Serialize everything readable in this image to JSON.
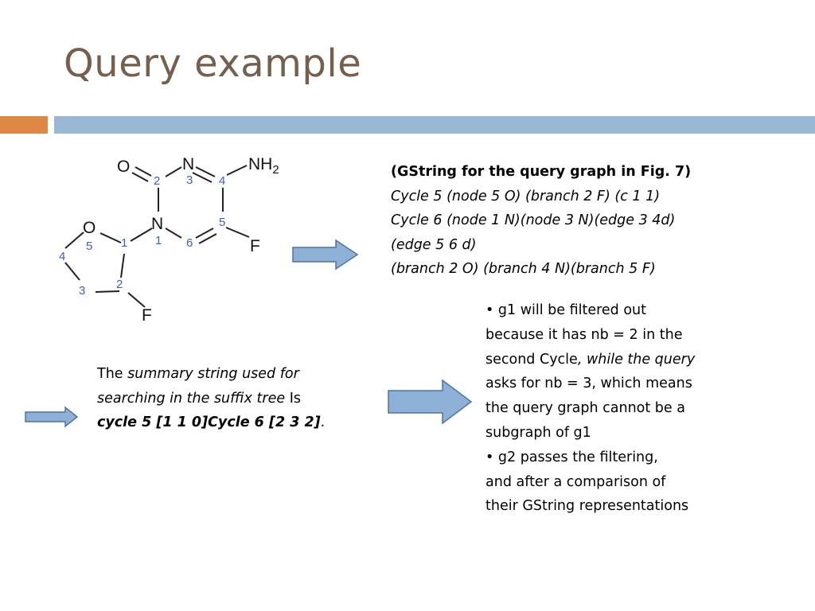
{
  "slide": {
    "title": "Query example"
  },
  "molecule": {
    "atoms": {
      "o_top": "O",
      "n_top": "N",
      "nh2_n": "NH",
      "nh2_sub": "2",
      "n_ring": "N",
      "f_ring": "F",
      "o_cycle": "O",
      "f_cycle": "F"
    },
    "numbers": {
      "ring6_2": "2",
      "ring6_3": "3",
      "ring6_4": "4",
      "ring6_5": "5",
      "ring6_6": "6",
      "ring6_1": "1",
      "ring5_5": "5",
      "ring5_1": "1",
      "ring5_4": "4",
      "ring5_3": "3",
      "ring5_2": "2"
    }
  },
  "gstring": {
    "heading": "(GString for the query graph in Fig. 7)",
    "lines": [
      "Cycle 5 (node 5 O) (branch 2 F) (c 1 1)",
      "Cycle 6 (node 1 N)(node 3 N)(edge 3 4d)",
      "(edge 5 6 d)",
      "(branch 2 O) (branch 4 N)(branch 5 F)"
    ]
  },
  "summary": {
    "prefix": "The ",
    "italic_1": "summary string used for",
    "italic_2": "searching in the suffix tree",
    "suffix": " Is",
    "bold_string": "cycle 5 [1 1 0]Cycle 6 [2 3 2]",
    "end": "."
  },
  "bullets": {
    "b1_l1": "• g1 will be filtered out",
    "b1_l2": "because it has nb = 2 in the",
    "b1_l3_a": "second Cycle",
    "b1_l3_b": ", while the query",
    "b1_l4": "asks for nb = 3, which means",
    "b1_l5": "the query graph cannot be a",
    "b1_l6": "subgraph of g1",
    "b2_l1": "• g2 passes the filtering,",
    "b2_l2": "and after a comparison of",
    "b2_l3": "their GString representations"
  },
  "colors": {
    "title": "#76604d",
    "accent_orange": "#df8745",
    "accent_blue": "#98b8d6",
    "arrow_fill": "#8fb0d6",
    "arrow_stroke": "#4f73a4",
    "atom_number": "#3b5fc4"
  },
  "icons": {
    "arrow_1": "right-arrow-icon",
    "arrow_2": "right-arrow-icon",
    "arrow_3": "right-arrow-icon"
  }
}
